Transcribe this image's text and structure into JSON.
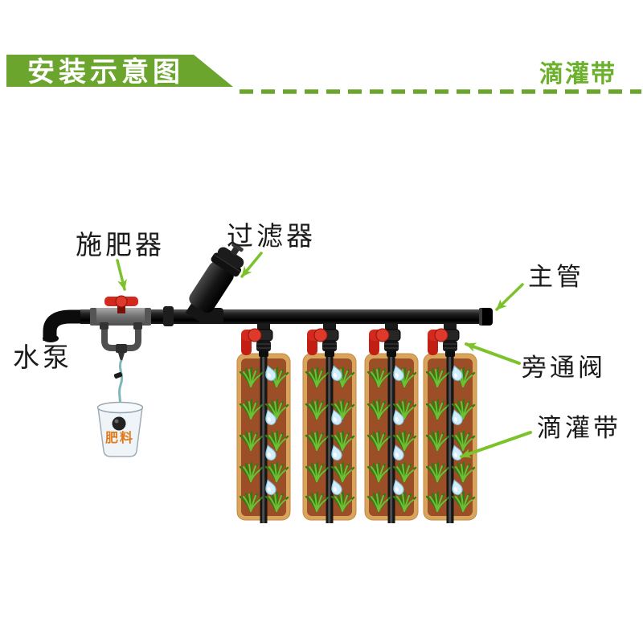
{
  "header": {
    "title": "安装示意图",
    "product_tag": "滴灌带"
  },
  "labels": {
    "pump": "水泵",
    "fertilizer_injector": "施肥器",
    "filter": "过滤器",
    "main_pipe": "主管",
    "bypass_valve": "旁通阀",
    "drip_tape": "滴灌带",
    "fertilizer": "肥料"
  },
  "colors": {
    "banner_green": "#6CA52D",
    "arrow_green": "#7CC32B",
    "valve_red": "#D3281E",
    "soil_brown": "#9C4E27",
    "bed_border_tan": "#D9A45C",
    "water_drop_blue": "#D3EDFA",
    "plant_green": "#4EA31F",
    "fertilizer_text_orange": "#E07A18",
    "pipe_black": "#111111"
  },
  "diagram": {
    "drip_lines_count": 4,
    "plant_rows_per_bed": 5,
    "plant_columns_per_bed": 2,
    "water_drops_per_line": 4
  }
}
